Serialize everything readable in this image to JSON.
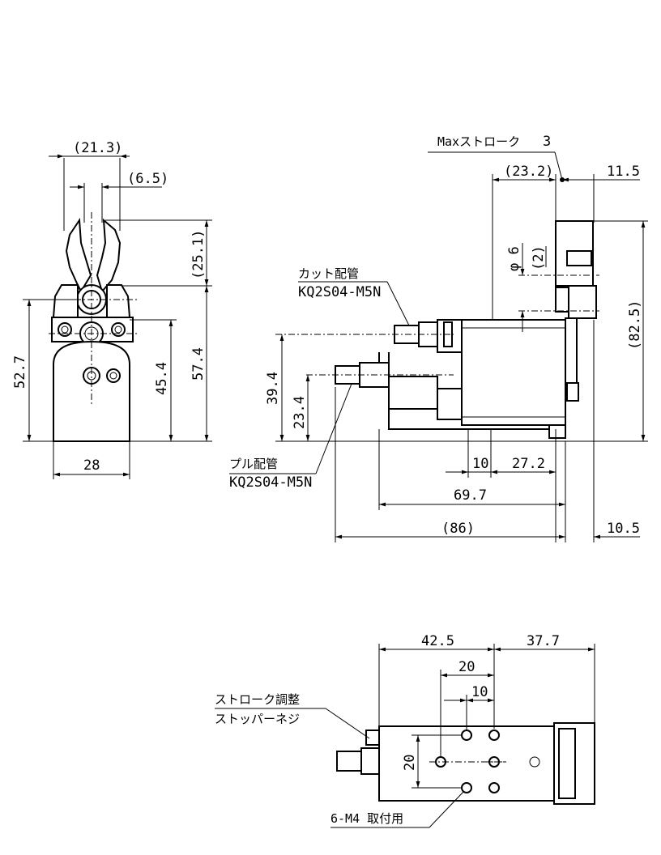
{
  "front_view": {
    "dims": {
      "width_jaw": "(21.3)",
      "jaw_tip": "(6.5)",
      "jaw_height": "(25.1)",
      "height_total": "52.7",
      "height_mid": "45.4",
      "height_center": "57.4",
      "width_base": "28"
    }
  },
  "side_view": {
    "max_stroke_label": "Maxストローク",
    "max_stroke_value": "3",
    "dims": {
      "top_left": "(23.2)",
      "top_right": "11.5",
      "dia": "φ 6",
      "small": "(2)",
      "height_right": "(82.5)",
      "height_a": "39.4",
      "height_b": "23.4",
      "offset_a": "10",
      "offset_b": "27.2",
      "length_a": "69.7",
      "length_total": "(86)",
      "length_right": "10.5"
    },
    "cut_port_label": "カット配管",
    "cut_port_part": "KQ2S04-M5N",
    "pull_port_label": "プル配管",
    "pull_port_part": "KQ2S04-M5N"
  },
  "bottom_view": {
    "dims": {
      "width_left": "42.5",
      "width_right": "37.7",
      "pitch_a": "20",
      "pitch_b": "10",
      "pitch_v": "20"
    },
    "stopper_label_1": "ストローク調整",
    "stopper_label_2": "ストッパーネジ",
    "mount_label": "6-M4 取付用"
  }
}
